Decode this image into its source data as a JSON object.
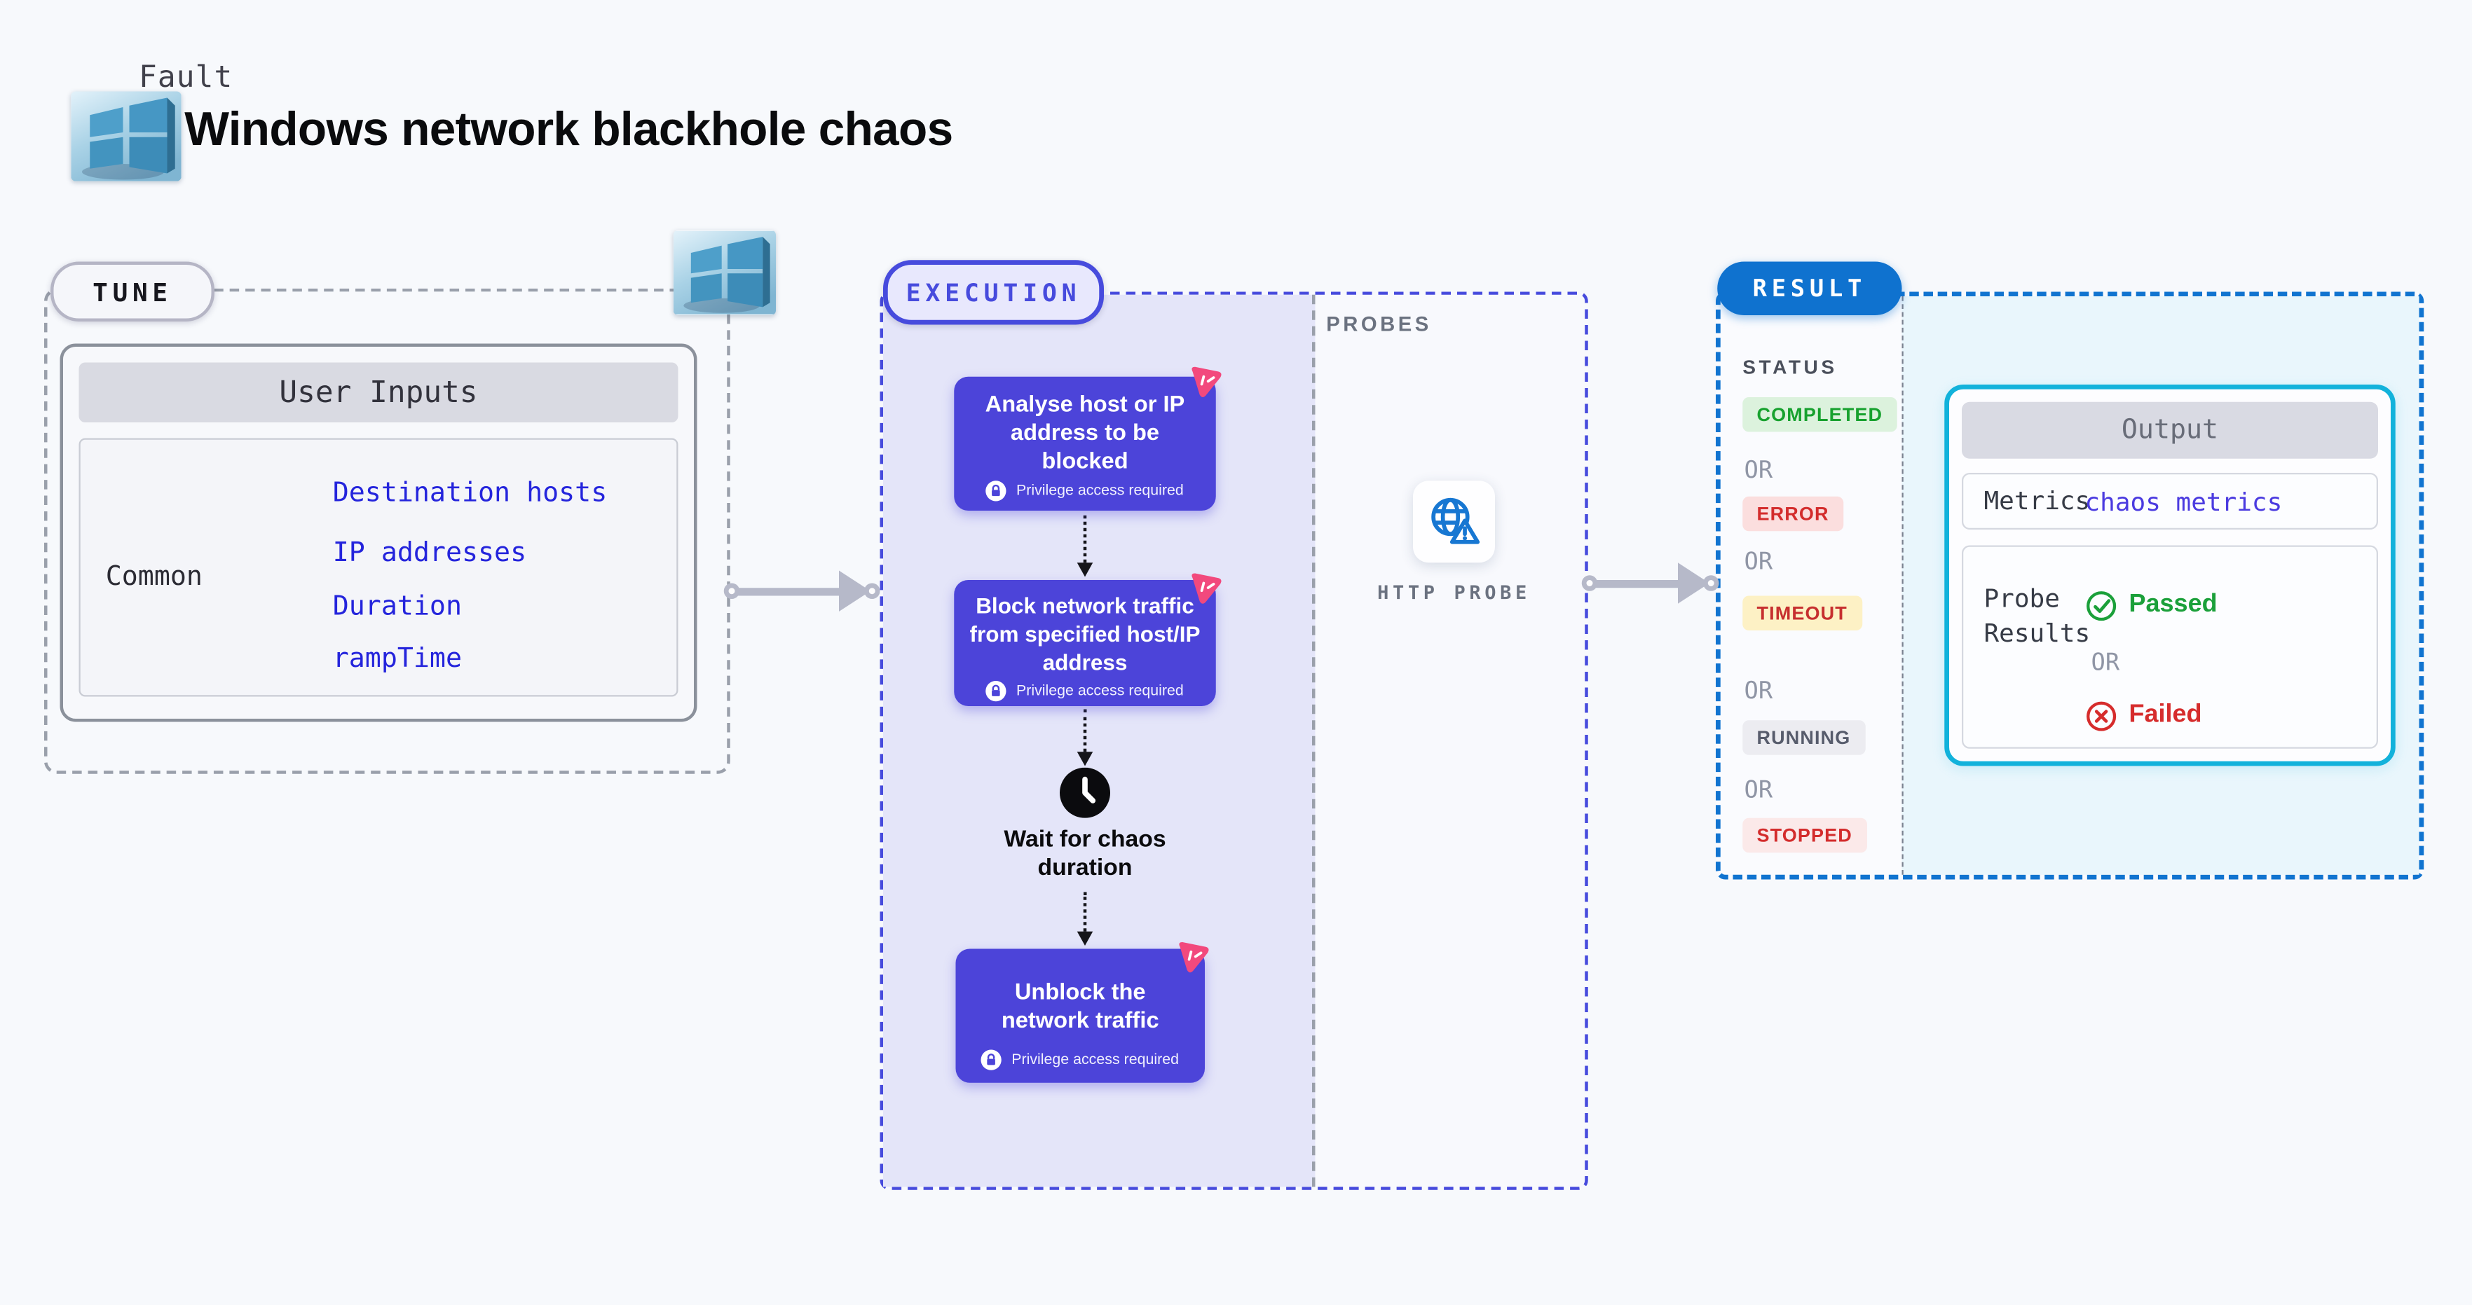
{
  "header": {
    "category_label": "Fault",
    "title": "Windows network blackhole chaos"
  },
  "tune": {
    "label": "TUNE",
    "user_inputs_header": "User Inputs",
    "row_label": "Common",
    "inputs": [
      "Destination hosts",
      "IP addresses",
      "Duration",
      "rampTime"
    ]
  },
  "execution": {
    "label": "EXECUTION",
    "steps": [
      "Analyse host or IP address to be blocked",
      "Block network traffic from specified host/IP address",
      "Unblock the network traffic"
    ],
    "privilege_badge": "Privilege access required",
    "wait_label": "Wait for chaos duration"
  },
  "probes": {
    "label": "PROBES",
    "http_probe_label": "HTTP PROBE"
  },
  "result": {
    "label": "RESULT",
    "status_label": "STATUS",
    "statuses": [
      "COMPLETED",
      "OR",
      "ERROR",
      "OR",
      "TIMEOUT",
      "OR",
      "RUNNING",
      "OR",
      "STOPPED"
    ],
    "output": {
      "header": "Output",
      "metrics_label": "Metrics",
      "metrics_value": "chaos metrics",
      "probe_results_label": "Probe Results",
      "passed": "Passed",
      "or": "OR",
      "failed": "Failed"
    }
  },
  "colors": {
    "page_bg": "#f7f9fc",
    "step_purple": "#4c44d9",
    "chaos_pink": "#f2497d",
    "execution_indigo": "#474bdd",
    "execution_fill": "#e4e5f9",
    "result_blue": "#0f72cf",
    "result_fill": "#e9f6fc",
    "output_border_cyan": "#12b2db",
    "link_blue": "#2424dc",
    "metrics_indigo": "#4b3be0",
    "passed_green": "#1ba03a",
    "failed_red": "#d62c2c",
    "timeout_bg": "#fdf1c5",
    "completed_bg": "#dcf2dd",
    "probe_icon_blue": "#1777d2"
  }
}
